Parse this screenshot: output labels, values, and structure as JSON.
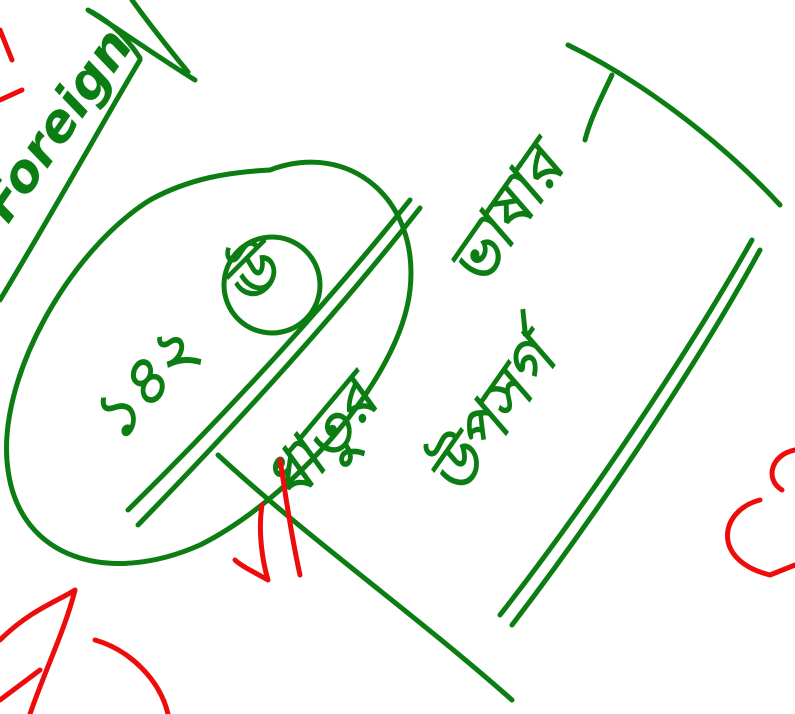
{
  "annotations": {
    "foreign_word": "Foreign",
    "bengali_number": "১৪২",
    "circled_letter": "ঊ",
    "word_left": "ধাতুর",
    "word_right_top": "ভাষার",
    "word_right_bottom": "উপসর্গ"
  },
  "colors": {
    "green_ink": "#0b7d12",
    "red_ink": "#ee0b0b",
    "background": "#ffffff"
  }
}
